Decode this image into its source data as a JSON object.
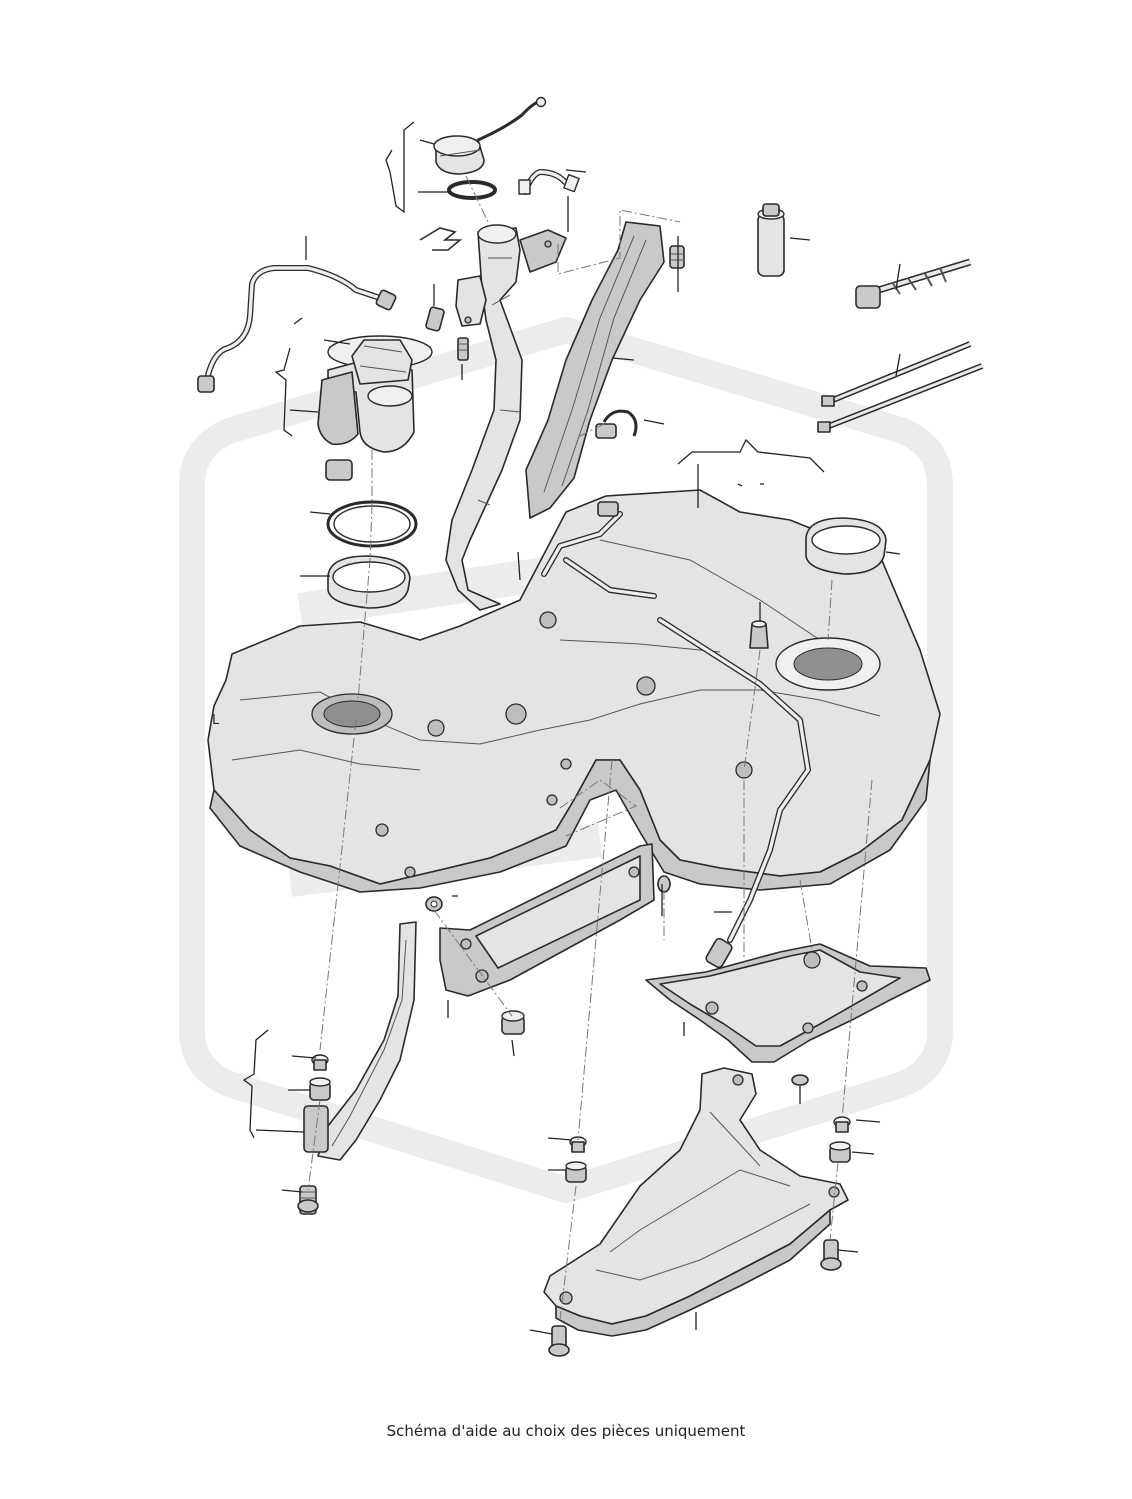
{
  "caption": "Schéma d'aide au choix des pièces uniquement",
  "diagram_labels": [
    "L"
  ],
  "icons": {
    "watermark": "brand-hexagon-watermark"
  },
  "colors": {
    "part_fill": "#e4e4e4",
    "part_shadow": "#c9c9c9",
    "outline": "#2a2a2a",
    "watermark": "#ececec",
    "caption_text": "#222222"
  }
}
